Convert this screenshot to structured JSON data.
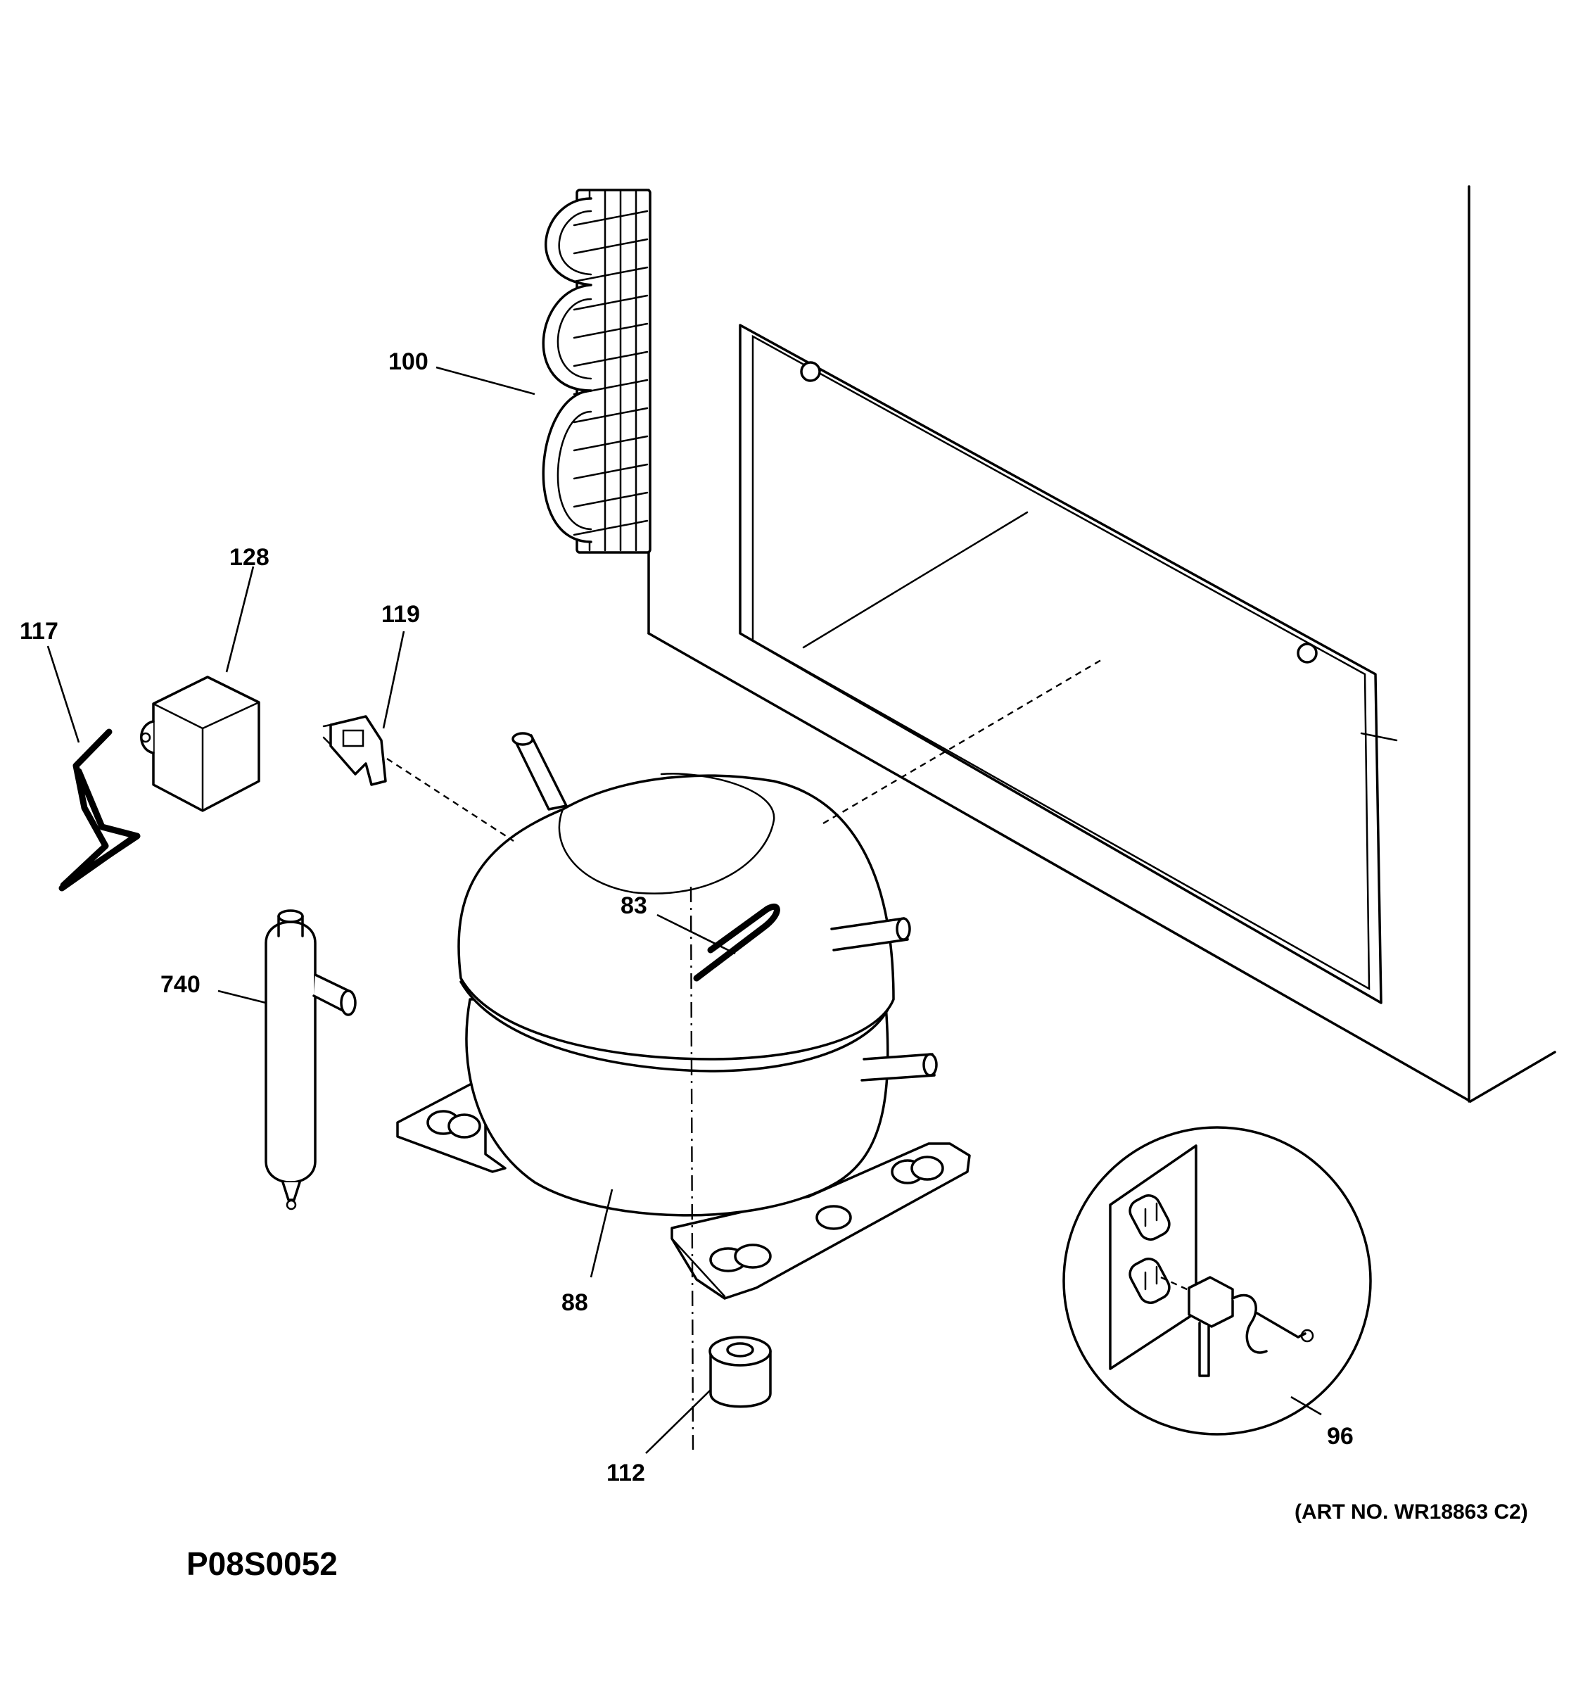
{
  "diagram": {
    "callouts": {
      "c100": "100",
      "c128": "128",
      "c117": "117",
      "c119": "119",
      "c83": "83",
      "c740": "740",
      "c88": "88",
      "c112": "112",
      "c96": "96"
    },
    "art_number": "(ART NO. WR18863 C2)",
    "figure_id": "P08S0052"
  }
}
